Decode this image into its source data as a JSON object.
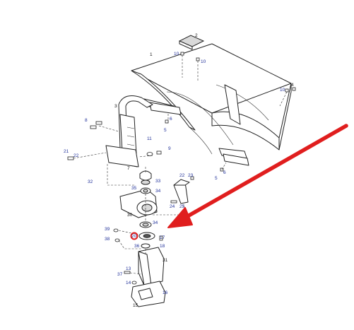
{
  "diagram": {
    "callouts": {
      "c1": "1",
      "c2": "2",
      "c10a": "10",
      "c10b": "10",
      "c10c": "10",
      "c4": "4",
      "c3": "3",
      "c8": "8",
      "c6a": "6",
      "c5a": "5",
      "c7": "7",
      "c11": "11",
      "c21": "21",
      "c22a": "22",
      "c9": "9",
      "c32": "32",
      "c33": "33",
      "c35": "35",
      "c34a": "34",
      "c22b": "22",
      "c23": "23",
      "c24": "24",
      "c25": "25",
      "c5b": "5",
      "c6b": "6",
      "c30": "30",
      "c34b": "34",
      "c39": "39",
      "c38": "38",
      "c20": "20",
      "c17": "17",
      "c36": "36",
      "c18": "18",
      "c31": "31",
      "c13": "13",
      "c37": "37",
      "c14": "14",
      "c15": "15",
      "c16": "16"
    },
    "highlight_color": "#e01e1e",
    "callout_color": "#1f2f99"
  }
}
